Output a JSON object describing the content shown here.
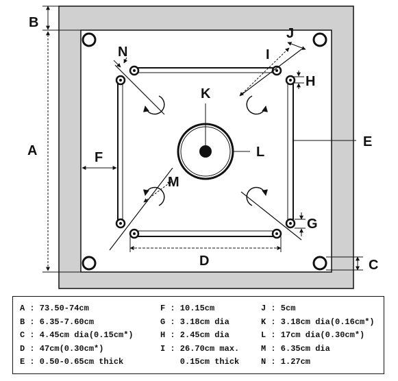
{
  "labels": {
    "A": "A",
    "B": "B",
    "C": "C",
    "D": "D",
    "E": "E",
    "F": "F",
    "G": "G",
    "H": "H",
    "I": "I",
    "J": "J",
    "K": "K",
    "L": "L",
    "M": "M",
    "N": "N"
  },
  "legend": {
    "col1": [
      "A : 73.50-74cm",
      "B : 6.35-7.60cm",
      "C : 4.45cm dia(0.15cm*)",
      "D : 47cm(0.30cm*)",
      "E : 0.50-0.65cm thick"
    ],
    "col2": [
      "F : 10.15cm",
      "G : 3.18cm dia",
      "H : 2.45cm dia",
      "I : 26.70cm max.",
      "    0.15cm thick"
    ],
    "col3": [
      "J : 5cm",
      "K : 3.18cm dia(0.16cm*)",
      "L : 17cm dia(0.30cm*)",
      "M : 6.35cm dia",
      "N : 1.27cm"
    ]
  },
  "colors": {
    "frame": "#d0d0d0",
    "board": "#ffffff",
    "line": "#111111"
  }
}
